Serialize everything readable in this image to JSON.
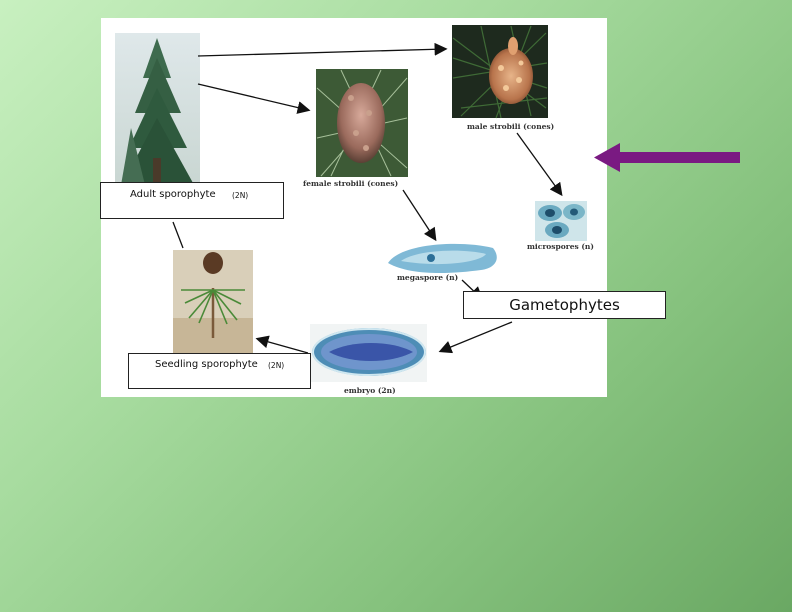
{
  "diagram": {
    "labels": {
      "adult_sporophyte": "Adult sporophyte",
      "adult_ploidy": "(2N)",
      "seedling_sporophyte": "Seedling sporophyte",
      "seedling_ploidy": "(2N)",
      "gametophytes": "Gametophytes"
    },
    "captions": {
      "male_strobili": "male strobili (cones)",
      "female_strobili": "female strobili (cones)",
      "microspores": "microspores (n)",
      "megaspore": "megaspore (n)",
      "embryo": "embryo (2n)"
    },
    "colors": {
      "pointer_arrow": "#7a1a82",
      "cycle_arrows": "#111111"
    }
  }
}
